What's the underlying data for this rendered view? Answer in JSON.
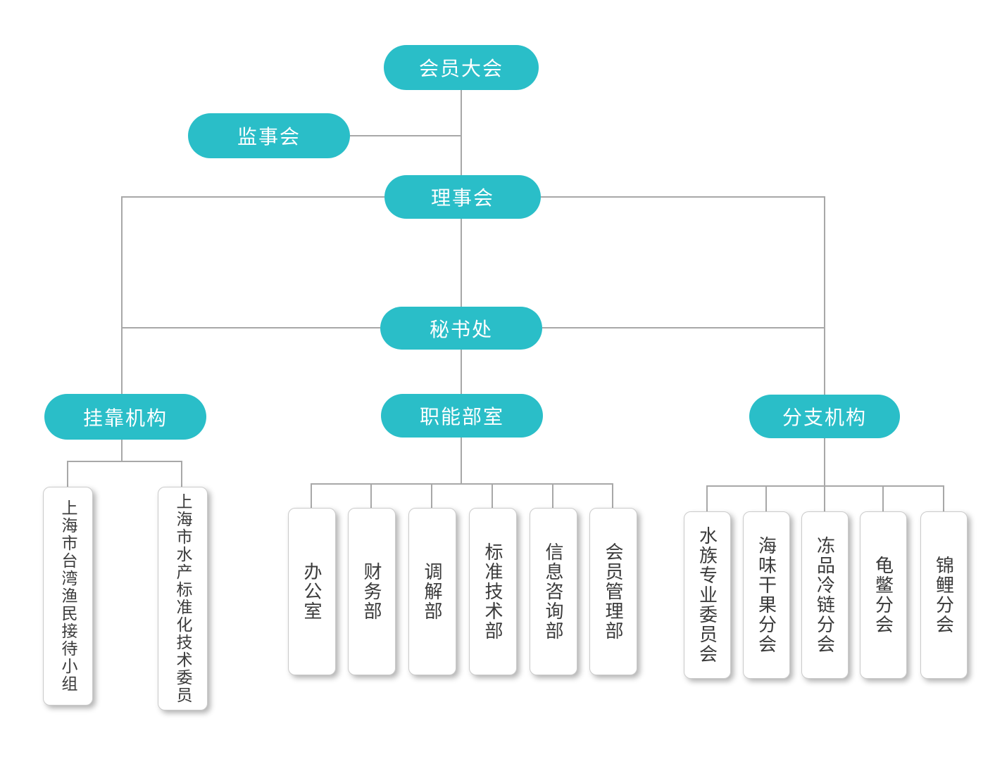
{
  "org": {
    "root": {
      "label": "会员大会"
    },
    "supervisory": {
      "label": "监事会"
    },
    "council": {
      "label": "理事会"
    },
    "secretariat": {
      "label": "秘书处"
    },
    "groups": [
      {
        "label": "挂靠机构",
        "children": [
          {
            "label": "上海市台湾渔民接待小组"
          },
          {
            "label": "上海市水产标准化技术委员"
          }
        ]
      },
      {
        "label": "职能部室",
        "children": [
          {
            "label": "办公室"
          },
          {
            "label": "财务部"
          },
          {
            "label": "调解部"
          },
          {
            "label": "标准技术部"
          },
          {
            "label": "信息咨询部"
          },
          {
            "label": "会员管理部"
          }
        ]
      },
      {
        "label": "分支机构",
        "children": [
          {
            "label": "水族专业委员会"
          },
          {
            "label": "海味干果分会"
          },
          {
            "label": "冻品冷链分会"
          },
          {
            "label": "龟鳖分会"
          },
          {
            "label": "锦鲤分会"
          }
        ]
      }
    ],
    "colors": {
      "background": "#ffffff",
      "node": "#2abec8",
      "node_text": "#ffffff",
      "line": "#a8a8a8",
      "leaf_bg": "#ffffff",
      "leaf_border": "#cbcbcb",
      "leaf_text": "#3b3b3b"
    }
  }
}
